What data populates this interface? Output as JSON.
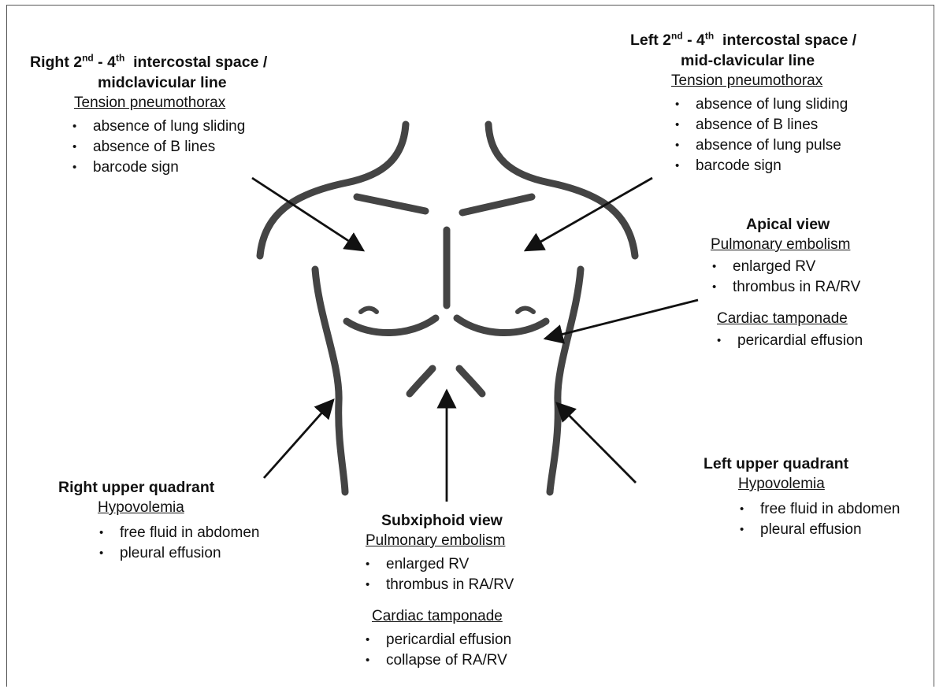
{
  "colors": {
    "outline": "#444444",
    "arrow": "#111111",
    "text": "#111111"
  },
  "right_chest": {
    "heading_a": "Right 2",
    "sup_a": "nd",
    "heading_b": " - 4",
    "sup_b": "th",
    "heading_c": "  intercostal space /",
    "heading_line2": "midclavicular line",
    "condition": "Tension pneumothorax",
    "findings": [
      "absence of lung sliding",
      "absence of B lines",
      "barcode sign"
    ]
  },
  "left_chest": {
    "heading_a": "Left 2",
    "sup_a": "nd",
    "heading_b": " - 4",
    "sup_b": "th",
    "heading_c": "  intercostal space /",
    "heading_line2": "mid-clavicular line",
    "condition": "Tension pneumothorax",
    "findings": [
      "absence of lung sliding",
      "absence of B lines",
      "absence of lung pulse",
      "barcode sign"
    ]
  },
  "apical": {
    "heading": "Apical view",
    "condition_1": "Pulmonary embolism",
    "findings_1": [
      "enlarged RV",
      "thrombus in RA/RV"
    ],
    "condition_2": "Cardiac tamponade",
    "findings_2": [
      "pericardial effusion"
    ]
  },
  "right_upper_quadrant": {
    "heading": "Right upper quadrant",
    "condition": "Hypovolemia",
    "findings": [
      "free fluid in abdomen",
      "pleural effusion"
    ]
  },
  "left_upper_quadrant": {
    "heading": "Left upper quadrant",
    "condition": "Hypovolemia",
    "findings": [
      "free fluid in abdomen",
      "pleural effusion"
    ]
  },
  "subxiphoid": {
    "heading": "Subxiphoid view",
    "condition_1": "Pulmonary embolism",
    "findings_1": [
      "enlarged RV",
      "thrombus in RA/RV"
    ],
    "condition_2": "Cardiac tamponade",
    "findings_2": [
      "pericardial effusion",
      "collapse of RA/RV"
    ]
  }
}
